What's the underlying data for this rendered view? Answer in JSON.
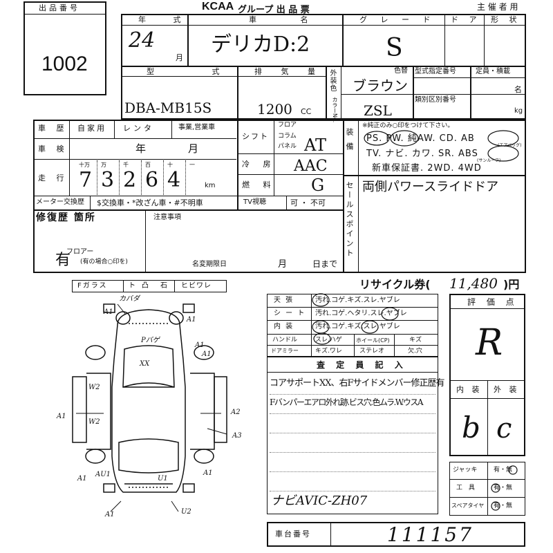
{
  "header": {
    "lot_label": "出品番号",
    "lot_number": "1002",
    "brand": "KCAA",
    "sheet_title": "グループ 出 品 票",
    "organizer": "主 催 者 用"
  },
  "row1": {
    "year_label": "年 式",
    "year_value": "24",
    "month_unit": "月",
    "car_label": "車 名",
    "car_value": "デリカD:2",
    "grade_label": "グ レ ー ド",
    "grade_value": "S",
    "door_label": "ド ア",
    "shape_label": "形 状"
  },
  "row2": {
    "model_label": "型 式",
    "model_value": "DBA-MB15S",
    "displacement_label": "排 気 量",
    "displacement_value": "1200",
    "cc_unit": "CC",
    "exterior_label": "外装色",
    "color_label": "色替",
    "color_value": "ブラウン",
    "color_no_label": "カラーNo.",
    "color_no_value": "ZSL",
    "type_cert_label": "型式指定番号",
    "class_label": "類別区別番号",
    "capacity_label": "定員・積載",
    "persons_unit": "名",
    "kg_unit": "kg"
  },
  "history": {
    "label": "車 歴",
    "opt1": "自家用",
    "opt2": "レンタ",
    "opt3": "事業,営業車",
    "inspection_label": "車 検",
    "year_unit": "年",
    "month_unit": "月",
    "mileage_label": "走 行",
    "digits_labels": [
      "十万",
      "万",
      "千",
      "百",
      "十",
      "一"
    ],
    "mileage_digits": [
      "7",
      "3",
      "2",
      "6",
      "4"
    ],
    "km_unit": "km",
    "meter_label": "メーター交換歴",
    "meter_options": "$交換車・*改ざん車・#不明車"
  },
  "mechanical": {
    "shift_label": "シフト",
    "shift_opts": [
      "フロア",
      "コラム",
      "パネル"
    ],
    "shift_value": "AT",
    "ac_label": "冷 房",
    "ac_value": "AAC",
    "fuel_label": "燃 料",
    "fuel_value": "G",
    "tv_label": "TV視聴",
    "tv_value": "可 ・ 不可"
  },
  "equipment": {
    "side_label": "装備",
    "note": "※純正のみ○印をつけて下さい。",
    "line1": "PS. PW. 純AW. CD. AB",
    "line1_sub": "(エアバッグ)",
    "line2": "TV. ナビ. カワ. SR. ABS",
    "line2_sub": "(サンルーフ)",
    "line3": "新車保証書. 2WD. 4WD"
  },
  "sales_point": {
    "label": "セールスポイント",
    "text": "両側パワースライドドア"
  },
  "repair": {
    "label": "修復歴 箇所",
    "notes_label": "注意事項",
    "handwritten": "有",
    "handwritten_small": "フロアー",
    "mark_note": "(有の場合○印を)",
    "deadline_label": "名変期限日",
    "month_unit": "月",
    "until_label": "日まで"
  },
  "glass": {
    "items": [
      "Fガラス",
      "ト",
      "凸",
      "石",
      "ヒビワレ"
    ]
  },
  "recycle": {
    "label": "リサイクル券(",
    "value": "11,480",
    "unit": ")円"
  },
  "interior": {
    "rows": [
      {
        "label": "天 張",
        "opts": "汚れ.コゲ.キズ.スレ.ヤブレ"
      },
      {
        "label": "シ ー ト",
        "opts": "汚れ.コゲ.ヘタリ.スレ.ヤブレ"
      },
      {
        "label": "内 装",
        "opts": "汚れ.コゲ.キズ.スレ.ヤブレ"
      }
    ],
    "handle_label": "ハンドル",
    "handle_opts": "スレ.ハゲ",
    "wheel_label": "ホイール(CP)",
    "wheel_opts": "キズ",
    "mirror_label": "ドアミラー",
    "mirror_opts": "キズ.ワレ",
    "stereo_label": "ステレオ",
    "stereo_opts": "欠.穴"
  },
  "inspector": {
    "title": "査 定 員 記 入",
    "line1": "コアサポートXX、右Fサイドメンバー修正歴有",
    "line2": "Fバンパーエアロ外れ跡.ビス穴.色ムラ.W.ウスA",
    "line3": "ナビAVIC-ZH07"
  },
  "evaluation": {
    "label": "評 価 点",
    "score": "R",
    "interior_label": "内 装",
    "exterior_label": "外 装",
    "interior_value": "b",
    "exterior_value": "c",
    "jack_label": "ジャッキ",
    "tools_label": "工 具",
    "spare_label": "スペアタイヤ",
    "has_none": "有・無"
  },
  "chassis": {
    "label": "車台番号",
    "value": "111157"
  },
  "diagram": {
    "marks": [
      "A1",
      "カバダ",
      "A1",
      "A1",
      "A1",
      "Pバゲ",
      "XX",
      "W2",
      "A1",
      "W2",
      "A2",
      "A3",
      "AU1",
      "A1",
      "U1",
      "A1",
      "A1",
      "U2"
    ]
  }
}
